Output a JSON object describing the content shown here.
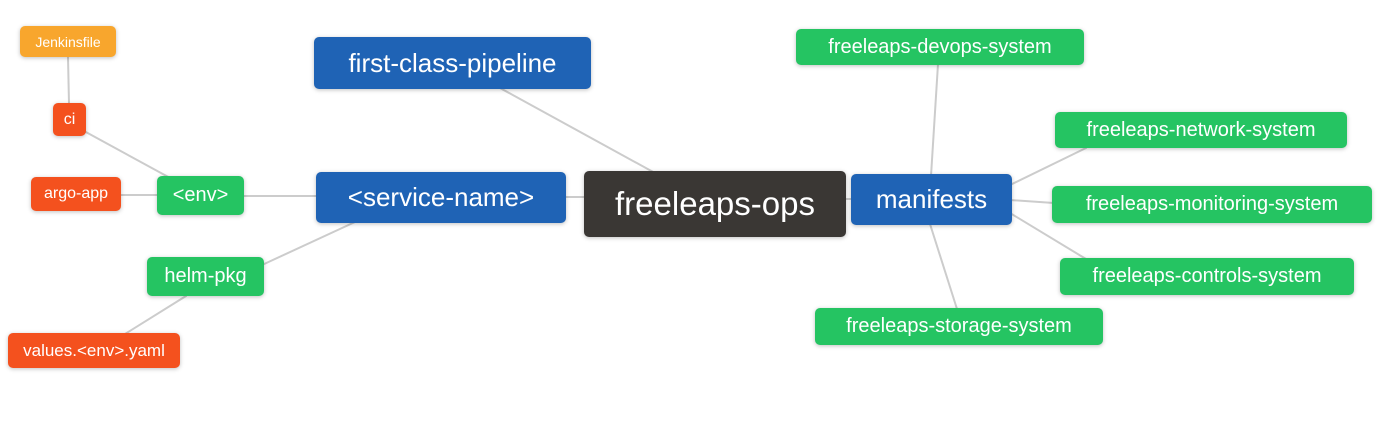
{
  "diagram": {
    "colors": {
      "primary_blue": "#1f63b5",
      "leaf_green": "#25c462",
      "leaf_red": "#f4511e",
      "leaf_orange": "#f8a62d",
      "root_dark": "#3a3734",
      "edge_gray": "#cccccc",
      "background": "#ffffff",
      "node_text": "#ffffff"
    },
    "nodes": {
      "jenkinsfile": {
        "label": "Jenkinsfile"
      },
      "ci": {
        "label": "ci"
      },
      "argo_app": {
        "label": "argo-app"
      },
      "env": {
        "label": "<env>"
      },
      "helm_pkg": {
        "label": "helm-pkg"
      },
      "values_env_yaml": {
        "label": "values.<env>.yaml"
      },
      "first_class_pipeline": {
        "label": "first-class-pipeline"
      },
      "service_name": {
        "label": "<service-name>"
      },
      "freeleaps_ops": {
        "label": "freeleaps-ops"
      },
      "manifests": {
        "label": "manifests"
      },
      "devops_system": {
        "label": "freeleaps-devops-system"
      },
      "network_system": {
        "label": "freeleaps-network-system"
      },
      "monitoring_system": {
        "label": "freeleaps-monitoring-system"
      },
      "controls_system": {
        "label": "freeleaps-controls-system"
      },
      "storage_system": {
        "label": "freeleaps-storage-system"
      }
    },
    "edges": [
      {
        "from": "Jenkinsfile",
        "to": "ci"
      },
      {
        "from": "ci",
        "to": "<env>"
      },
      {
        "from": "argo-app",
        "to": "<env>"
      },
      {
        "from": "<env>",
        "to": "<service-name>"
      },
      {
        "from": "helm-pkg",
        "to": "<service-name>"
      },
      {
        "from": "values.<env>.yaml",
        "to": "helm-pkg"
      },
      {
        "from": "<service-name>",
        "to": "freeleaps-ops"
      },
      {
        "from": "first-class-pipeline",
        "to": "freeleaps-ops"
      },
      {
        "from": "freeleaps-ops",
        "to": "manifests"
      },
      {
        "from": "manifests",
        "to": "freeleaps-devops-system"
      },
      {
        "from": "manifests",
        "to": "freeleaps-network-system"
      },
      {
        "from": "manifests",
        "to": "freeleaps-monitoring-system"
      },
      {
        "from": "manifests",
        "to": "freeleaps-controls-system"
      },
      {
        "from": "manifests",
        "to": "freeleaps-storage-system"
      }
    ]
  }
}
